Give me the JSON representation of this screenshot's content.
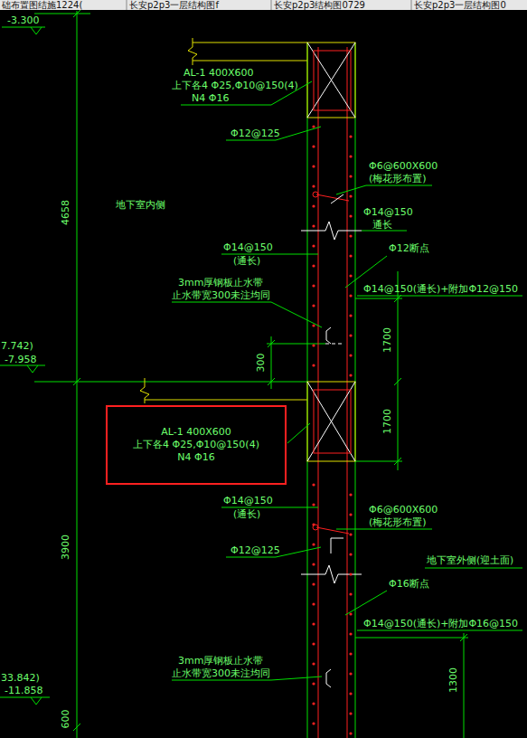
{
  "diagram": {
    "nodes": [
      {
        "text": [
          "AL-1 400X600",
          "上下各4 Φ25,Φ10@150(4)",
          "N4 Φ16"
        ]
      }
    ],
    "labels": [
      "础布置图结施1224(",
      "长安p2p3一层结构图f",
      "长安p2p3结构图0729",
      "长安p2p3一层结构图0",
      "-3.300",
      "AL-1 400X600",
      "上下各4 Φ25,Φ10@150(4)",
      "N4 Φ16",
      "Φ12@125",
      "Φ6@600X600",
      "(梅花形布置)",
      "4658",
      "地下室内侧",
      "Φ14@150",
      "通长",
      "Φ12断点",
      "Φ14@150",
      "(通长)",
      "Φ14@150(通长)+附加Φ12@150",
      "3mm厚钢板止水带",
      "止水带宽300未注均同",
      "1700",
      "300",
      "7.742)",
      "-7.958",
      "1700",
      "Φ14@150",
      "(通长)",
      "Φ6@600X600",
      "(梅花形布置)",
      "Φ12@125",
      "3900",
      "地下室外侧(迎土面)",
      "Φ16断点",
      "Φ14@150(通长)+附加Φ16@150",
      "3mm厚钢板止水带",
      "止水带宽300未注均同",
      "1300",
      "33.842)",
      "-11.858",
      "600"
    ]
  }
}
